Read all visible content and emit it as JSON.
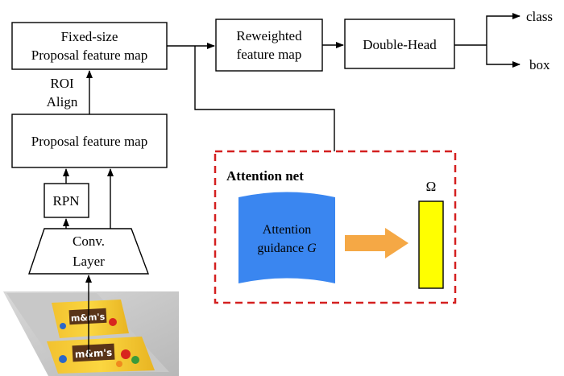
{
  "nodes": {
    "fixed_size": {
      "line1": "Fixed-size",
      "line2": "Proposal feature map"
    },
    "reweighted": {
      "line1": "Reweighted",
      "line2": "feature map"
    },
    "double_head": {
      "label": "Double-Head"
    },
    "roi_align": {
      "line1": "ROI",
      "line2": "Align"
    },
    "proposal": {
      "label": "Proposal feature map"
    },
    "rpn": {
      "label": "RPN"
    },
    "conv": {
      "line1": "Conv.",
      "line2": "Layer"
    }
  },
  "outputs": {
    "class": "class",
    "box": "box"
  },
  "attention_net": {
    "title": "Attention net",
    "guidance_line1": "Attention",
    "guidance_line2_prefix": "guidance ",
    "guidance_symbol": "G",
    "omega": "Ω"
  },
  "colors": {
    "dashed_border": "#d42020",
    "guidance_fill": "#3a86f0",
    "arrow_fill": "#f5a845",
    "omega_fill": "#ffff00",
    "box_stroke": "#000000"
  },
  "image": {
    "subject": "M&M's candy packages photo"
  }
}
